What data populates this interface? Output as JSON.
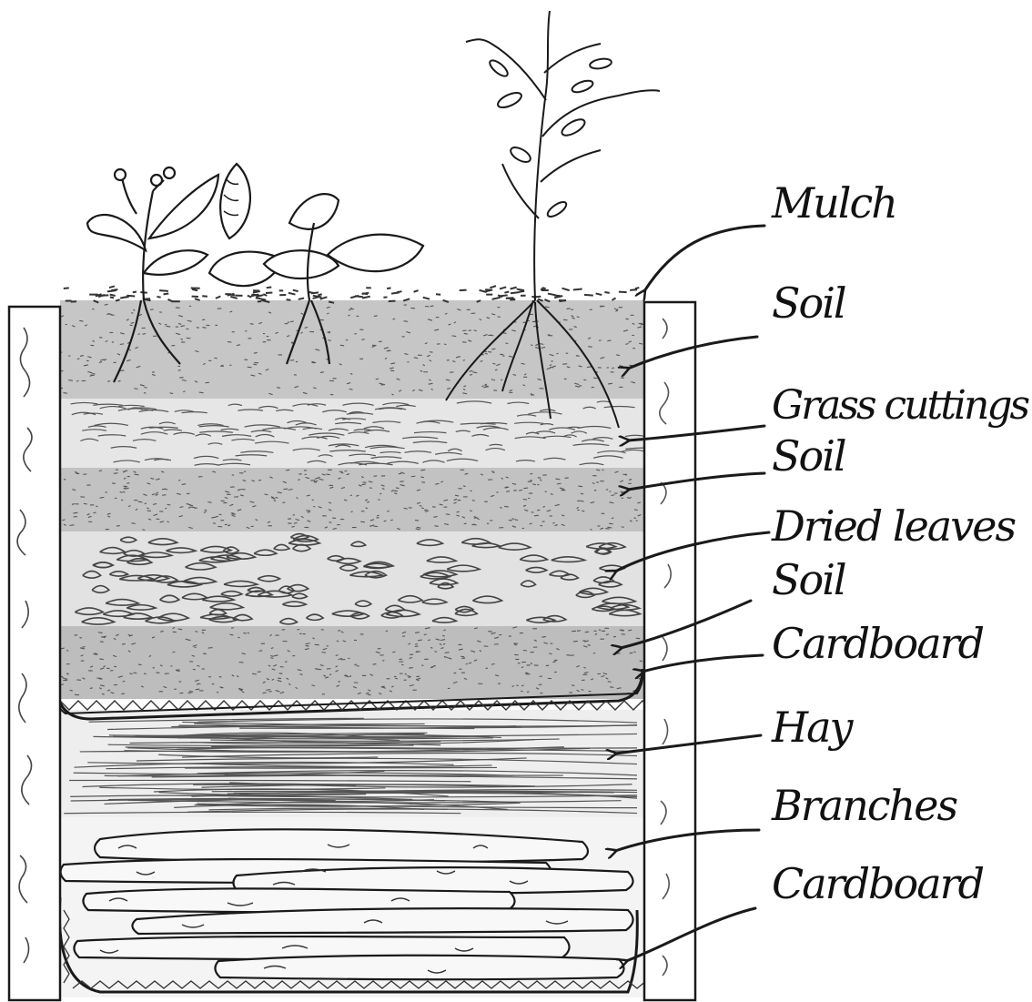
{
  "colors": {
    "ink": "#1a1a1a",
    "soil": "#c4c4c4",
    "soil_dark": "#b3b3b3",
    "light_layer": "#ececec",
    "background": "#ffffff"
  },
  "labels": [
    {
      "id": "mulch",
      "text": "Mulch"
    },
    {
      "id": "soil-1",
      "text": "Soil"
    },
    {
      "id": "grass-cuttings",
      "text": "Grass cuttings"
    },
    {
      "id": "soil-2",
      "text": "Soil"
    },
    {
      "id": "dried-leaves",
      "text": "Dried leaves"
    },
    {
      "id": "soil-3",
      "text": "Soil"
    },
    {
      "id": "cardboard-1",
      "text": "Cardboard"
    },
    {
      "id": "hay",
      "text": "Hay"
    },
    {
      "id": "branches",
      "text": "Branches"
    },
    {
      "id": "cardboard-2",
      "text": "Cardboard"
    }
  ]
}
